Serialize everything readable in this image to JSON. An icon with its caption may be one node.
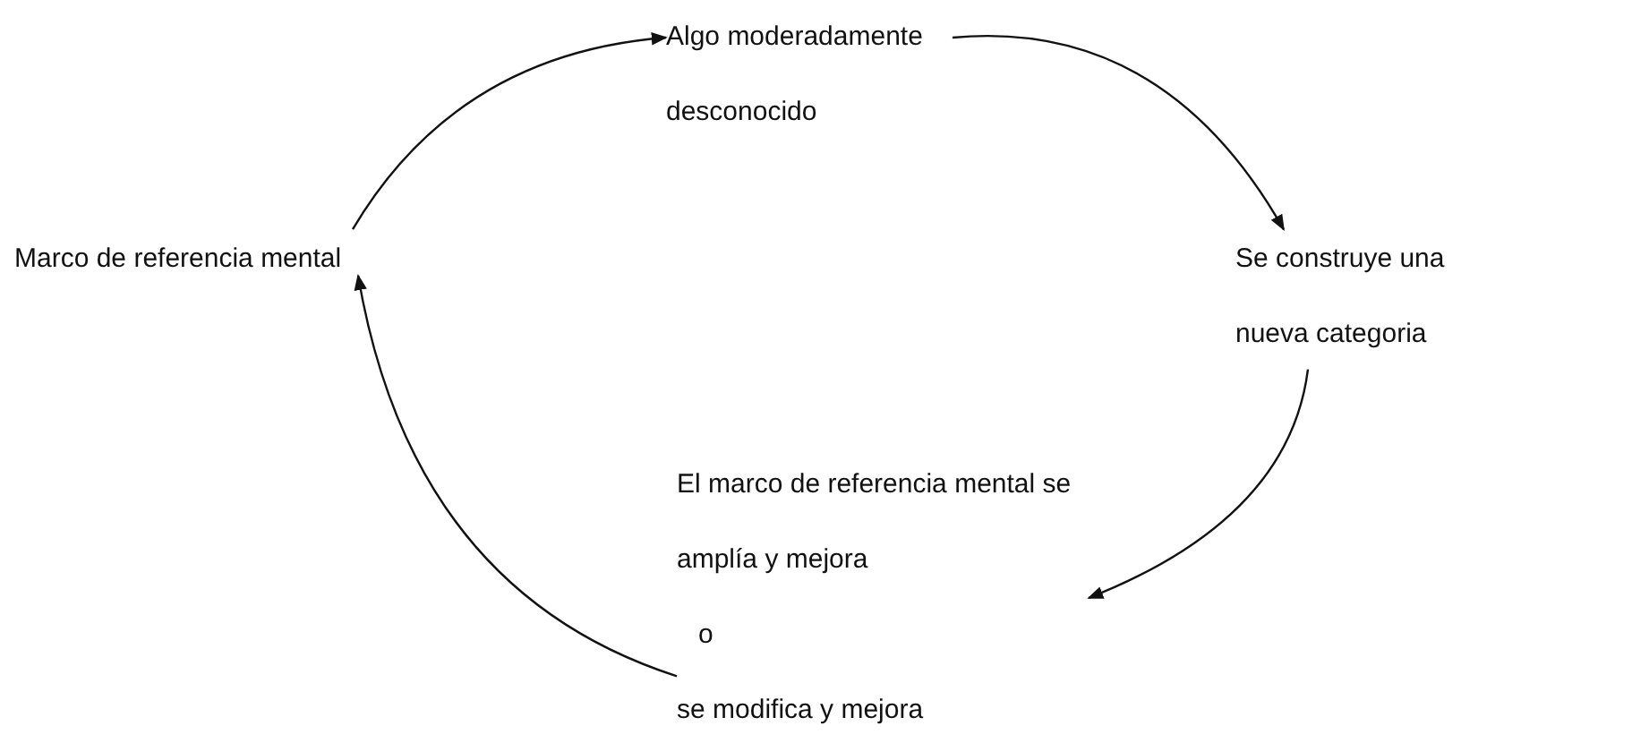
{
  "diagram": {
    "nodes": [
      {
        "text": [
          "Marco de referencia mental"
        ]
      },
      {
        "text": [
          "Algo moderadamente desconocido"
        ]
      },
      {
        "text": [
          "Se construye una nueva categoria"
        ]
      },
      {
        "text": [
          "El marco de referencia mental se amplía y mejora",
          "o",
          "se modifica y mejora"
        ]
      }
    ],
    "edges": [
      {
        "from": 0,
        "to": 1,
        "arrow": "to"
      },
      {
        "from": 1,
        "to": 2,
        "arrow": "to"
      },
      {
        "from": 2,
        "to": 3,
        "arrow": "to"
      },
      {
        "from": 3,
        "to": 0,
        "arrow": "to"
      }
    ]
  }
}
